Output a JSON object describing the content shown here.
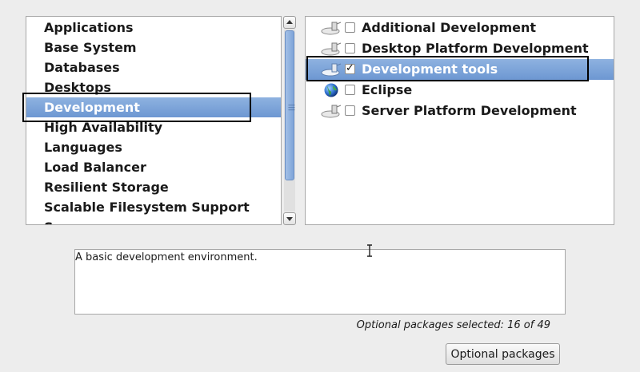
{
  "categories": {
    "items": [
      {
        "label": "Applications"
      },
      {
        "label": "Base System"
      },
      {
        "label": "Databases"
      },
      {
        "label": "Desktops"
      },
      {
        "label": "Development",
        "selected": true
      },
      {
        "label": "High Availability"
      },
      {
        "label": "Languages"
      },
      {
        "label": "Load Balancer"
      },
      {
        "label": "Resilient Storage"
      },
      {
        "label": "Scalable Filesystem Support"
      },
      {
        "label": "S"
      }
    ]
  },
  "groups": {
    "items": [
      {
        "label": "Additional Development",
        "icon": "package-icon",
        "checked": false
      },
      {
        "label": "Desktop Platform Development",
        "icon": "package-icon",
        "checked": false
      },
      {
        "label": "Development tools",
        "icon": "package-icon",
        "checked": true,
        "selected": true
      },
      {
        "label": "Eclipse",
        "icon": "globe-icon",
        "checked": false
      },
      {
        "label": "Server Platform Development",
        "icon": "package-icon",
        "checked": false
      }
    ],
    "check_glyph": "✓"
  },
  "description": {
    "text": "A basic development environment."
  },
  "optional": {
    "count_text": "Optional packages selected: 16 of 49",
    "button_label": "Optional packages"
  },
  "colors": {
    "selection": "#7aa1d8",
    "background": "#ededed"
  }
}
